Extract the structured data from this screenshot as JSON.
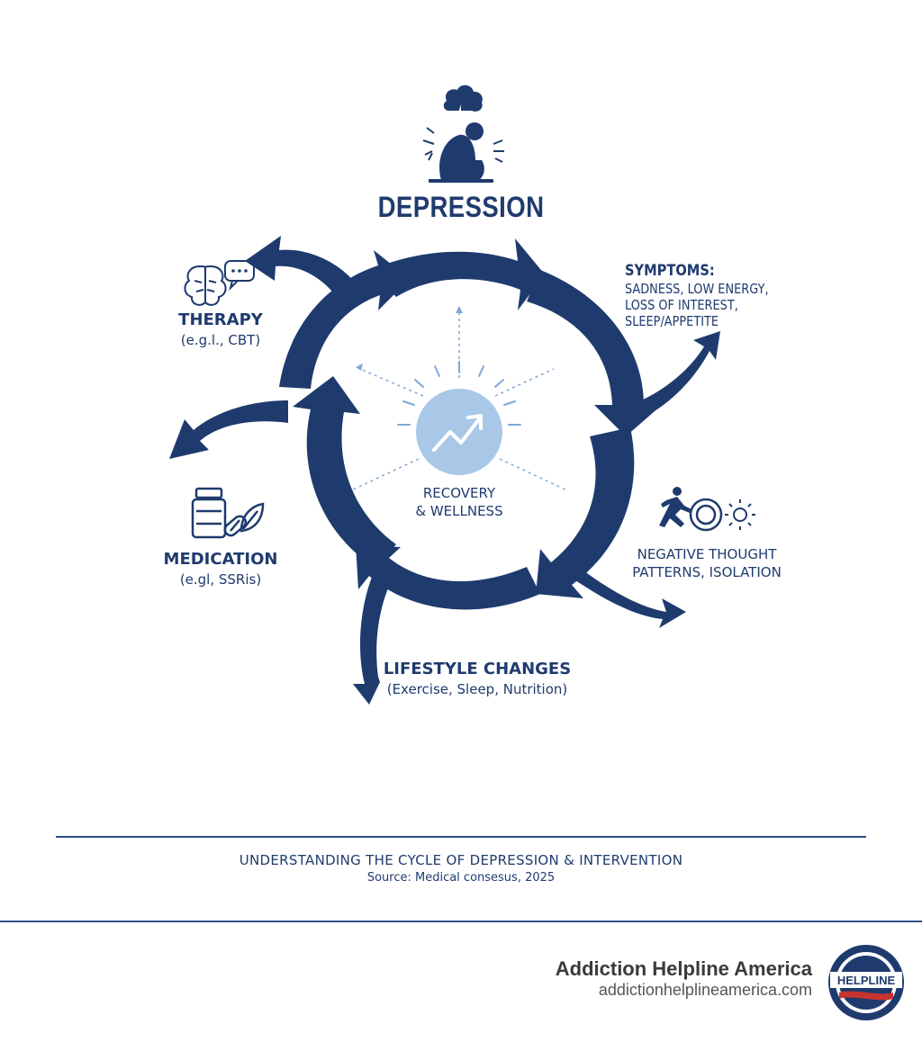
{
  "diagram": {
    "title": "DEPRESSION",
    "symptoms": {
      "heading": "SYMPTOMS:",
      "lines": [
        "SADNESS, LOW ENERGY,",
        "LOSS OF INTEREST,",
        "SLEEP/APPETITE"
      ]
    },
    "therapy": {
      "label": "THERAPY",
      "sub": "(e.g.l., CBT)"
    },
    "medication": {
      "label": "MEDICATION",
      "sub": "(e.gl, SSRis)"
    },
    "negative": {
      "line1": "NEGATIVE THOUGHT",
      "line2": "PATTERNS, ISOLATION"
    },
    "lifestyle": {
      "label": "LIFESTYLE CHANGES",
      "sub": "(Exercise, Sleep, Nutrition)"
    },
    "recovery": {
      "line1": "RECOVERY",
      "line2": "& WELLNESS"
    }
  },
  "footer": {
    "caption": "UNDERSTANDING THE CYCLE OF DEPRESSION & INTERVENTION",
    "source": "Source: Medical consesus, 2025"
  },
  "brand": {
    "name": "Addiction Helpline America",
    "url": "addictionhelplineamerica.com",
    "logo_text": "HELPLINE"
  },
  "colors": {
    "navy": "#1f3b6e",
    "light_blue": "#a9c8e8",
    "white": "#ffffff"
  }
}
